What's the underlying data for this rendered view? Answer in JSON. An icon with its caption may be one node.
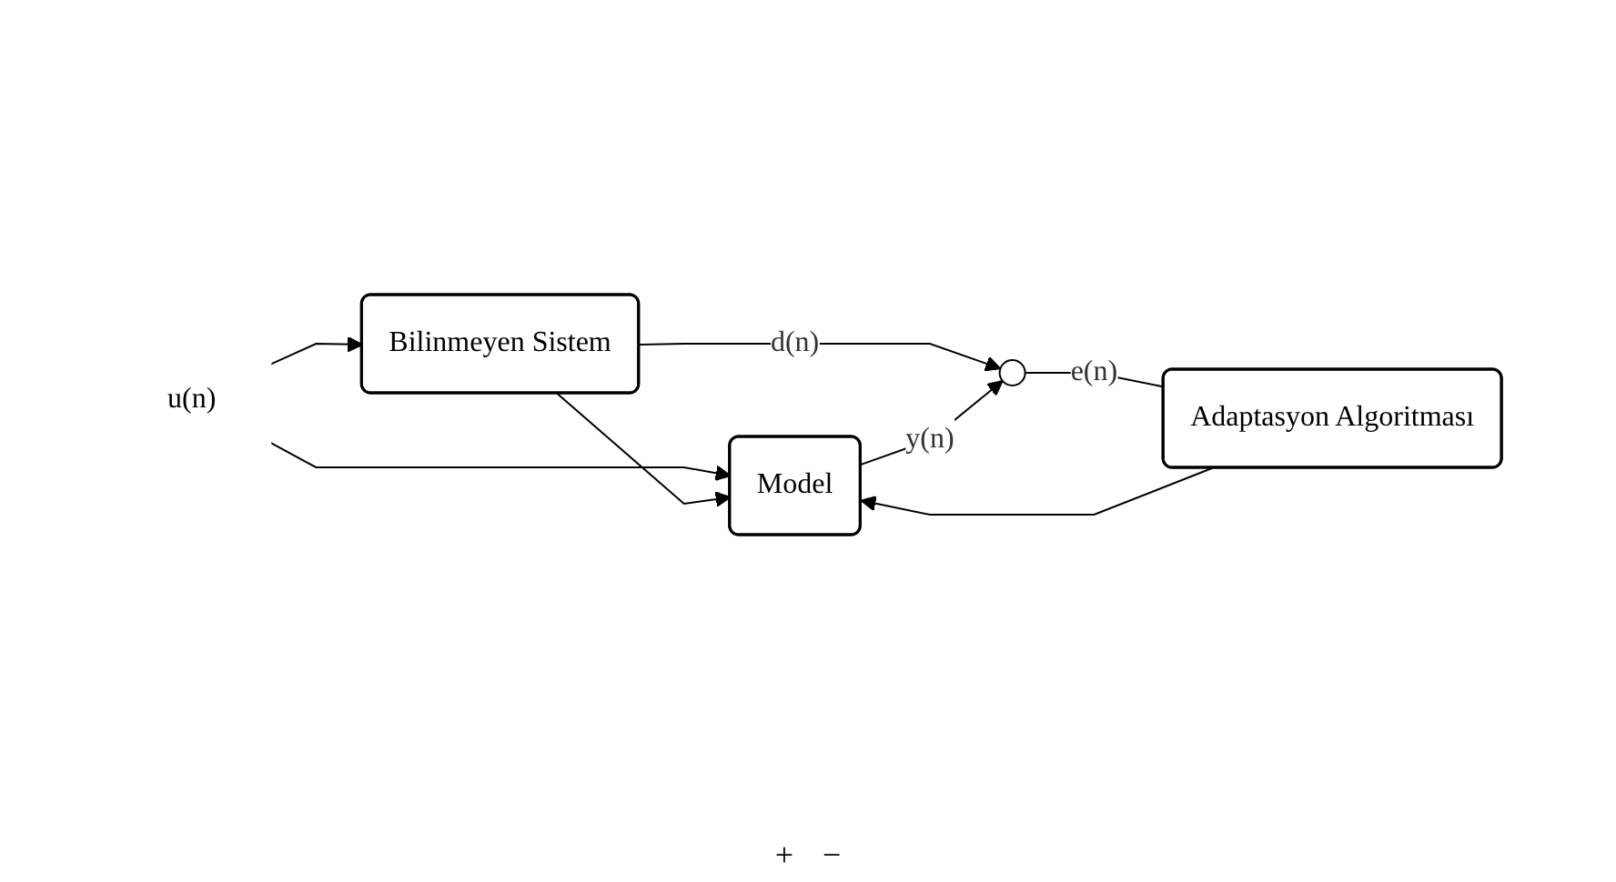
{
  "diagram": {
    "nodes": [
      {
        "text": [
          "u(n)"
        ]
      },
      {
        "text": [
          "Bilinmeyen Sistem"
        ]
      },
      {
        "text": [],
        "shape": "circle"
      },
      {
        "text": [
          "Model"
        ]
      },
      {
        "text": [
          "Adaptasyon Algoritması"
        ]
      }
    ],
    "edges": [
      {
        "from": 0,
        "to": 1,
        "arrow": "to"
      },
      {
        "from": 0,
        "to": 3,
        "arrow": "to"
      },
      {
        "from": 1,
        "to": 3,
        "arrow": "to"
      },
      {
        "from": 1,
        "to": 2,
        "arrow": "to",
        "label": "d(n)"
      },
      {
        "from": 3,
        "to": 2,
        "arrow": "to",
        "label": "y(n)"
      },
      {
        "from": 2,
        "to": 4,
        "arrow": "none",
        "label": "e(n)"
      },
      {
        "from": 4,
        "to": 3,
        "arrow": "to"
      }
    ],
    "labels": [
      "+",
      "−"
    ]
  }
}
